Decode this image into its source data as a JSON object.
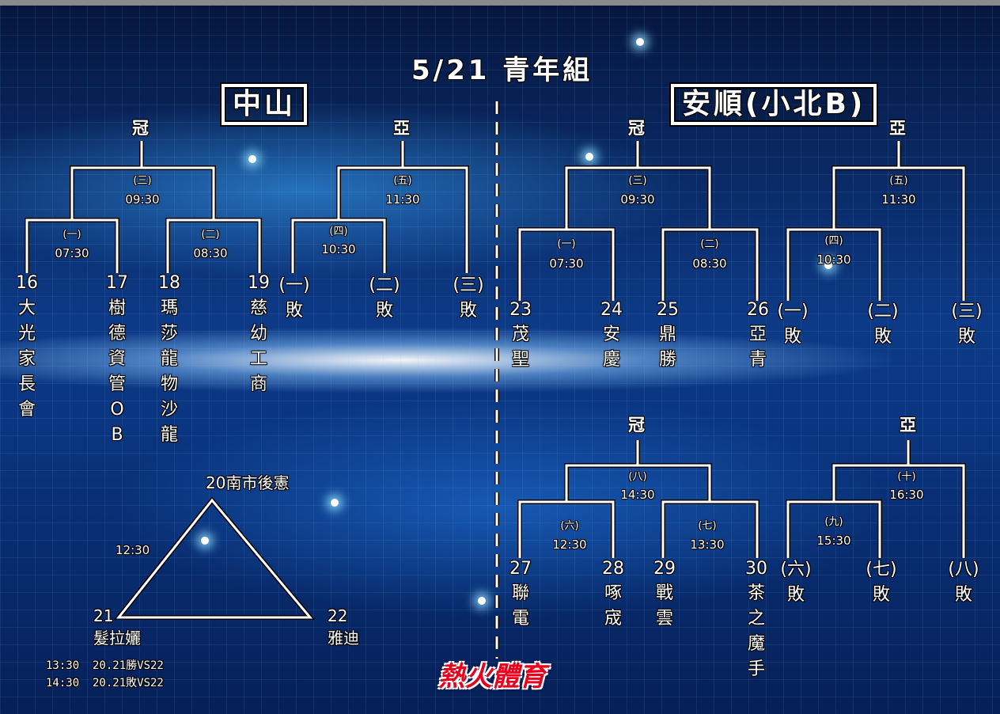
{
  "title": "5/21 青年組",
  "groups": {
    "left": {
      "name": "中山",
      "champion_label": "冠",
      "runner_label": "亞",
      "matches": [
        {
          "round": "(一)",
          "time": "07:30"
        },
        {
          "round": "(二)",
          "time": "08:30"
        },
        {
          "round": "(三)",
          "time": "09:30"
        },
        {
          "round": "(四)",
          "time": "10:30"
        },
        {
          "round": "(五)",
          "time": "11:30"
        }
      ],
      "teams": [
        {
          "num": "16",
          "name": "大光家長會"
        },
        {
          "num": "17",
          "name": "樹德資管OB"
        },
        {
          "num": "18",
          "name": "瑪莎龍物沙龍"
        },
        {
          "num": "19",
          "name": "慈幼工商"
        }
      ],
      "losers": [
        "(一)敗",
        "(二)敗",
        "(三)敗"
      ],
      "triangle": {
        "time": "12:30",
        "top": "20南市後憲",
        "left_num": "21",
        "left_name": "髮拉孋",
        "right_num": "22",
        "right_name": "雅迪",
        "notes": [
          "13:30  20.21勝VS22",
          "14:30  20.21敗VS22"
        ]
      }
    },
    "right": {
      "name": "安順(小北B)",
      "champion_label": "冠",
      "runner_label": "亞",
      "matches_top": [
        {
          "round": "(一)",
          "time": "07:30"
        },
        {
          "round": "(二)",
          "time": "08:30"
        },
        {
          "round": "(三)",
          "time": "09:30"
        },
        {
          "round": "(四)",
          "time": "10:30"
        },
        {
          "round": "(五)",
          "time": "11:30"
        }
      ],
      "teams_top": [
        {
          "num": "23",
          "name": "茂聖"
        },
        {
          "num": "24",
          "name": "安慶"
        },
        {
          "num": "25",
          "name": "鼎勝"
        },
        {
          "num": "26",
          "name": "亞青"
        }
      ],
      "losers_top": [
        "(一)敗",
        "(二)敗",
        "(三)敗"
      ],
      "champion_label_bottom": "冠",
      "runner_label_bottom": "亞",
      "matches_bottom": [
        {
          "round": "(六)",
          "time": "12:30"
        },
        {
          "round": "(七)",
          "time": "13:30"
        },
        {
          "round": "(八)",
          "time": "14:30"
        },
        {
          "round": "(九)",
          "time": "15:30"
        },
        {
          "round": "(十)",
          "time": "16:30"
        }
      ],
      "teams_bottom": [
        {
          "num": "27",
          "name": "聯電"
        },
        {
          "num": "28",
          "name": "啄宬"
        },
        {
          "num": "29",
          "name": "戰雲"
        },
        {
          "num": "30",
          "name": "茶之魔手"
        }
      ],
      "losers_bottom": [
        "(六)敗",
        "(七)敗",
        "(八)敗"
      ]
    }
  },
  "logo": "熱火體育",
  "colors": {
    "background": "#0d3a86",
    "lines": "#ffffff",
    "logo": "#e8001c"
  }
}
